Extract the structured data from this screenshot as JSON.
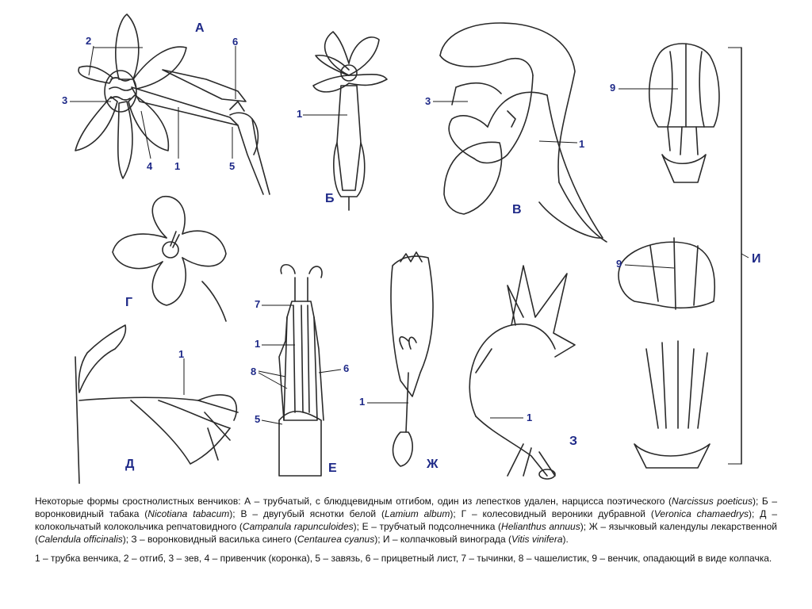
{
  "figure": {
    "letters": {
      "A": "А",
      "B": "Б",
      "V": "В",
      "G": "Г",
      "D": "Д",
      "E": "Е",
      "Zh": "Ж",
      "Z": "З",
      "I": "И"
    },
    "part_labels": {
      "n1": "1",
      "n2": "2",
      "n3": "3",
      "n4": "4",
      "n5": "5",
      "n6": "6",
      "n7": "7",
      "n8": "8",
      "n9": "9"
    },
    "colors": {
      "label": "#1f2a88",
      "ink": "#2a2a2a"
    }
  },
  "caption": {
    "p1": [
      {
        "t": "Некоторые формы сростнолистных венчиков: А – трубчатый, с блюдцевидным отгибом, один из лепестков удален, нарцисса поэтического ("
      },
      {
        "t": "Narcissus poeticus",
        "i": true
      },
      {
        "t": "); Б – воронковидный табака ("
      },
      {
        "t": "Nicotiana tabacum",
        "i": true
      },
      {
        "t": "); В – двугубый яснотки белой ("
      },
      {
        "t": "Lamium album",
        "i": true
      },
      {
        "t": "); Г – колесовидный вероники дубравной ("
      },
      {
        "t": "Veronica chamaedrys",
        "i": true
      },
      {
        "t": "); Д – колокольчатый колокольчика репчатовидного ("
      },
      {
        "t": "Campanula rapunculoides",
        "i": true
      },
      {
        "t": "); Е – трубчатый подсолнечника ("
      },
      {
        "t": "Helianthus annuus",
        "i": true
      },
      {
        "t": "); Ж – язычковый календулы лекарственной ("
      },
      {
        "t": "Calendula officinalis",
        "i": true
      },
      {
        "t": "); З – воронковидный василька синего ("
      },
      {
        "t": "Centaurea cyanus",
        "i": true
      },
      {
        "t": "); И – колпачковый винограда ("
      },
      {
        "t": "Vitis vinifera",
        "i": true
      },
      {
        "t": ")."
      }
    ],
    "p2": "1 – трубка венчика, 2 – отгиб, 3 – зев, 4 – привенчик (коронка), 5 – завязь, 6 – прицветный лист, 7 – тычинки, 8 – чашелистик, 9 – венчик, опадающий в виде колпачка."
  }
}
